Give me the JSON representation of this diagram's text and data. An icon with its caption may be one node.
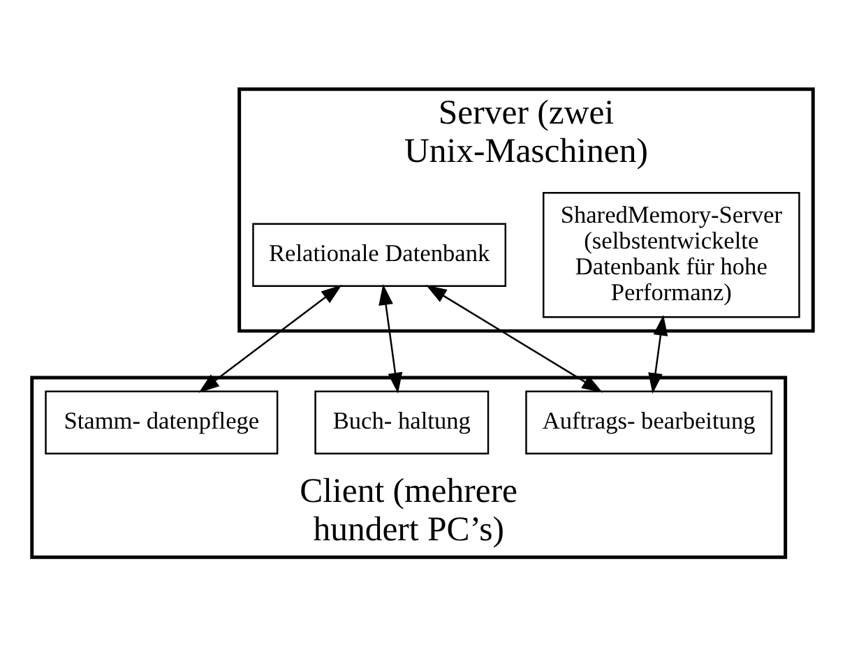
{
  "diagram": {
    "nodes": [
      {
        "text": [
          "Server (zwei Unix-Maschinen)"
        ]
      },
      {
        "text": [
          "SharedMemory-Server (selbstentwickelte Datenbank für hohe Performanz)"
        ],
        "in": 0
      },
      {
        "text": [
          "Relationale Datenbank"
        ],
        "in": 0
      },
      {
        "text": [
          "Client (mehrere hundert PC’s)"
        ]
      },
      {
        "text": [
          "Auftrags- bearbeitung"
        ],
        "in": 3
      },
      {
        "text": [
          "Buch- haltung"
        ],
        "in": 3
      },
      {
        "text": [
          "Stamm- datenpflege"
        ],
        "in": 3
      }
    ],
    "edges": [
      {
        "from": 1,
        "to": 4,
        "arrow": "both"
      },
      {
        "from": 4,
        "to": 2,
        "arrow": "both"
      },
      {
        "from": 5,
        "to": 2,
        "arrow": "both"
      },
      {
        "from": 2,
        "to": 6,
        "arrow": "both"
      }
    ]
  }
}
